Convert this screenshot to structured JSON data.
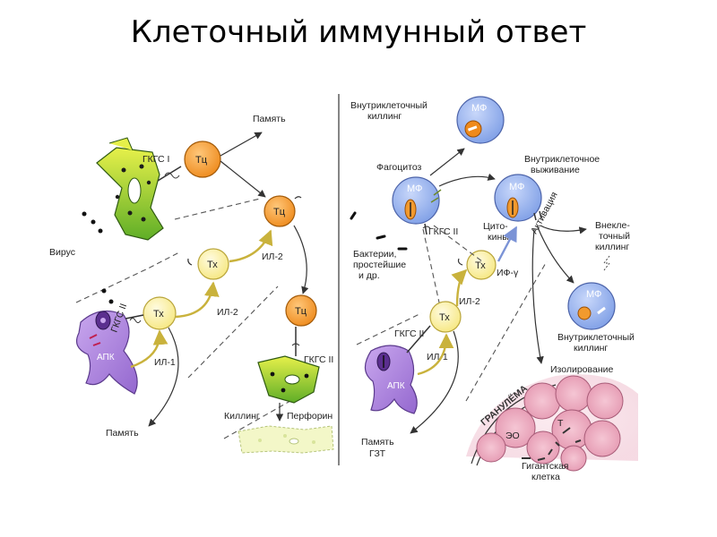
{
  "title": "Клеточный иммунный ответ",
  "left": {
    "cell_tc": "Тц",
    "cell_th": "Тх",
    "label_gkgs1": "ГКГС I",
    "label_gkgs2": "ГКГС II",
    "label_memory": "Память",
    "label_virus": "Вирус",
    "label_il2": "ИЛ-2",
    "label_il1": "ИЛ-1",
    "label_apk": "АПК",
    "label_killing": "Киллинг",
    "label_perforin": "Перфорин"
  },
  "right": {
    "label_intracellular_killing": [
      "Внутриклеточный",
      "киллинг"
    ],
    "label_mf": "МФ",
    "label_phagocytosis": "Фагоцитоз",
    "label_intracellular_survival": [
      "Внутриклеточное",
      "выживание"
    ],
    "label_gkgs2": "ГКГС II",
    "label_cytokines": [
      "Цито-",
      "кины"
    ],
    "label_activation": "Активация",
    "label_extracellular_killing": [
      "Внекле-",
      "точный",
      "киллинг"
    ],
    "label_bacteria": [
      "Бактерии,",
      "простейшие",
      "и др."
    ],
    "label_if": "ИФ-γ",
    "label_il2": "ИЛ-2",
    "label_il1": "ИЛ-1",
    "cell_th": "Тх",
    "label_apk": "АПК",
    "label_memory_gzt": [
      "Память",
      "ГЗТ"
    ],
    "label_isolation": "Изолирование",
    "label_granuloma": "ГРАНУЛЁМА",
    "label_eo": "ЭО",
    "label_t": "Т",
    "label_giant_cell": [
      "Гигантская",
      "клетка"
    ]
  },
  "colors": {
    "tc": "#f29a2e",
    "th": "#fbf2a6",
    "mf": "#9fb8ee",
    "apk": "#b78ce0",
    "green_cell": "#9ccf3a",
    "granuloma": "#eaa6bd"
  }
}
